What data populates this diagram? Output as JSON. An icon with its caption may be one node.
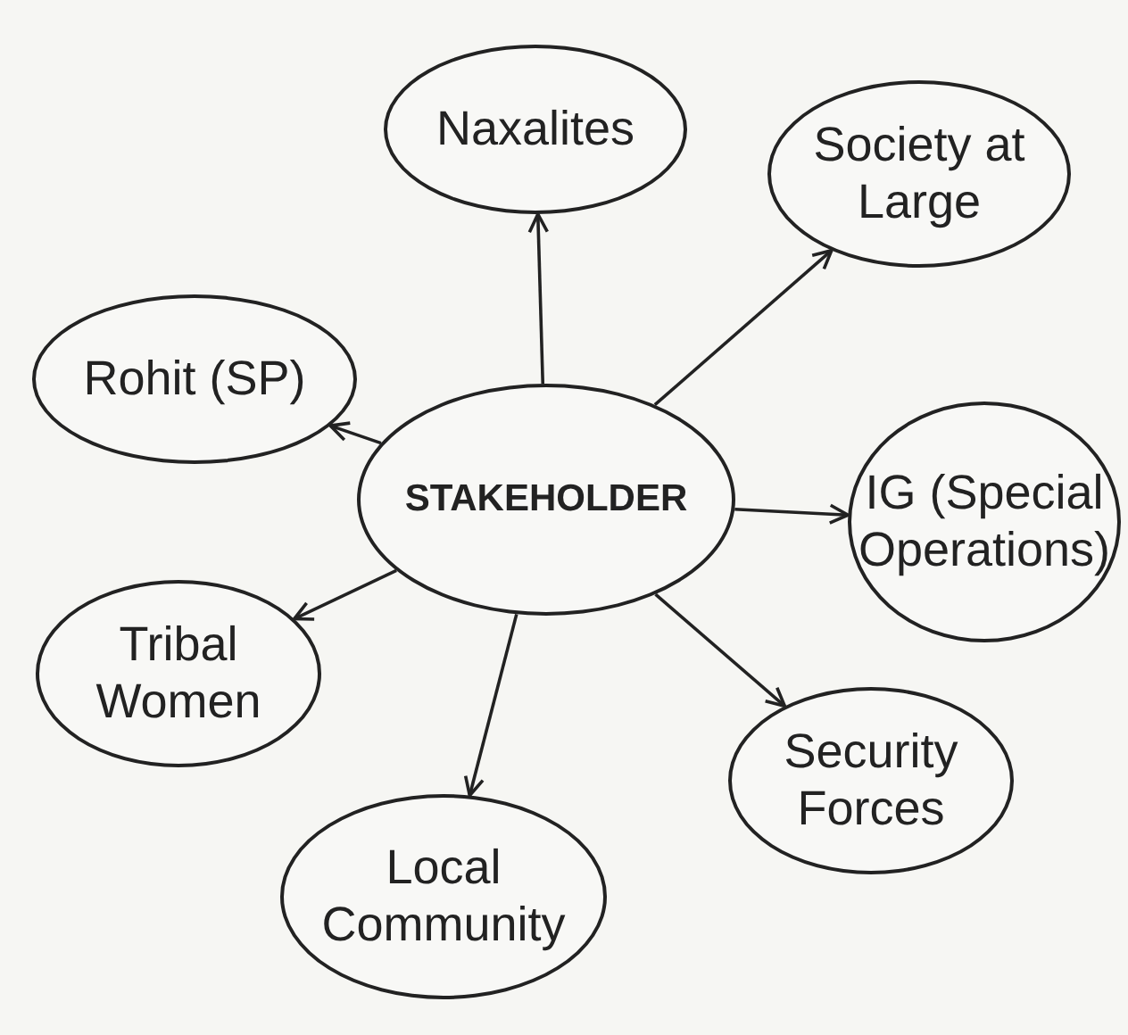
{
  "diagram": {
    "nodes": [
      {
        "text": [
          "STAKEHOLDER"
        ]
      },
      {
        "text": [
          "Naxalites"
        ]
      },
      {
        "text": [
          "Society at Large"
        ]
      },
      {
        "text": [
          "Rohit (SP)"
        ]
      },
      {
        "text": [
          "IG (Special Operations)"
        ]
      },
      {
        "text": [
          "Tribal Women"
        ]
      },
      {
        "text": [
          "Security Forces"
        ]
      },
      {
        "text": [
          "Local Community"
        ]
      }
    ],
    "edges": [
      {
        "from": 0,
        "to": 1,
        "arrow": "to"
      },
      {
        "from": 0,
        "to": 2,
        "arrow": "to"
      },
      {
        "from": 0,
        "to": 3,
        "arrow": "to"
      },
      {
        "from": 0,
        "to": 4,
        "arrow": "to"
      },
      {
        "from": 0,
        "to": 5,
        "arrow": "to"
      },
      {
        "from": 0,
        "to": 6,
        "arrow": "to"
      },
      {
        "from": 0,
        "to": 7,
        "arrow": "to"
      }
    ]
  }
}
